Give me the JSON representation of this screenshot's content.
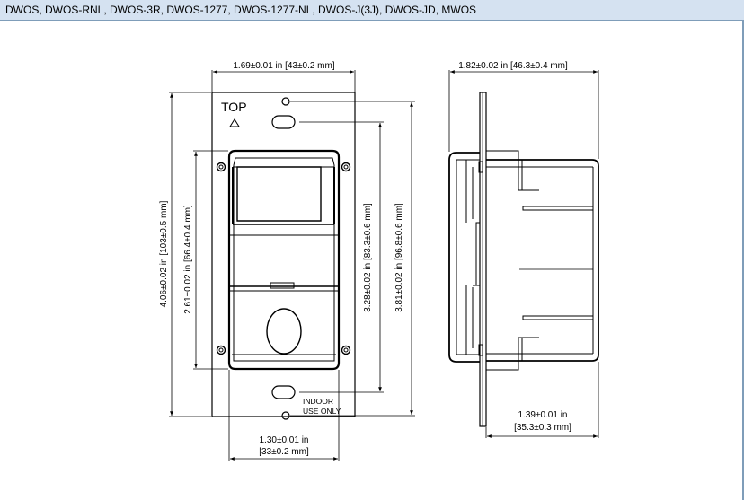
{
  "header": {
    "title": "DWOS, DWOS-RNL, DWOS-3R, DWOS-1277, DWOS-1277-NL, DWOS-J(3J), DWOS-JD, MWOS"
  },
  "front_view": {
    "top_label": "TOP",
    "width_dim": "1.69±0.01 in [43±0.2 mm]",
    "total_height_dim": "4.06±0.02 in [103±0.5 mm]",
    "lens_height_dim": "2.61±0.02 in [66.4±0.4 mm]",
    "mount_hole_dim": "3.28±0.02 in [83.3±0.6 mm]",
    "plate_hole_dim": "3.81±0.02 in [96.8±0.6 mm]",
    "indoor_label_1": "INDOOR",
    "indoor_label_2": "USE ONLY",
    "bottom_width_dim_1": "1.30±0.01 in",
    "bottom_width_dim_2": "[33±0.2 mm]"
  },
  "side_view": {
    "depth_dim": "1.82±0.02 in [46.3±0.4 mm]",
    "body_depth_dim_1": "1.39±0.01 in",
    "body_depth_dim_2": "[35.3±0.3 mm]"
  }
}
